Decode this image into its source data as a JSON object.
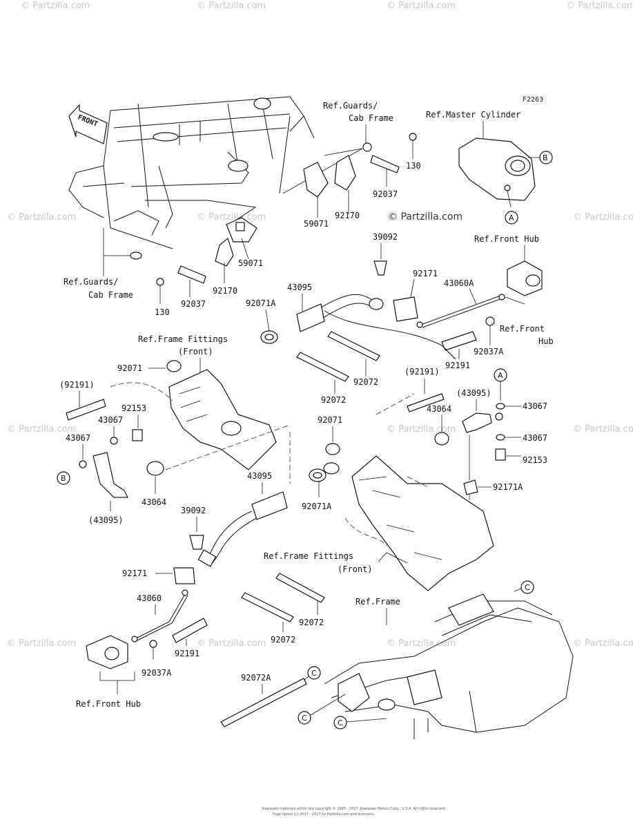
{
  "diagram_code": "F2263",
  "watermark": "© Partzilla.com",
  "center_watermark": "© Partzilla.com",
  "front_arrow": "FRONT",
  "footer_line1": "Kawasaki materials within are copyright © 1995 - 2017, Kawasaki Motors Corp., U.S.A. All rights reserved.",
  "footer_line2": "Page layout (c) 2017 - 2017 by Partzilla.com and licensors.",
  "refs": {
    "guards_cab_top_1": "Ref.Guards/",
    "guards_cab_top_2": "Cab Frame",
    "master_cylinder": "Ref.Master Cylinder",
    "front_hub_top": "Ref.Front Hub",
    "front_hub_right_1": "Ref.Front",
    "front_hub_right_2": "Hub",
    "guards_cab_left_1": "Ref.Guards/",
    "guards_cab_left_2": "Cab Frame",
    "frame_fittings_top_1": "Ref.Frame Fittings",
    "frame_fittings_top_2": "(Front)",
    "frame_fittings_mid_1": "Ref.Frame Fittings",
    "frame_fittings_mid_2": "(Front)",
    "frame": "Ref.Frame",
    "front_hub_bottom": "Ref.Front Hub"
  },
  "parts": {
    "p130_top": "130",
    "p92037_top": "92037",
    "p59071_top": "59071",
    "p92170_top": "92170",
    "p59071_mid": "59071",
    "p92170_mid": "92170",
    "p92037_mid": "92037",
    "p130_mid": "130",
    "p39092_top": "39092",
    "p92171_top": "92171",
    "p43060A": "43060A",
    "p43095_top": "43095",
    "p92071A_top": "92071A",
    "p92037A_right": "92037A",
    "p92191_right": "92191",
    "p92071_left": "92071",
    "p92072_a": "92072",
    "p92072_b": "92072",
    "p92191_paren_left": "(92191)",
    "p92153_left": "92153",
    "p43067_left_a": "43067",
    "p43067_left_b": "43067",
    "p43064_left": "43064",
    "p43095_paren_left": "(43095)",
    "p92191_paren_right": "(92191)",
    "p43095_paren_right": "(43095)",
    "p43064_right": "43064",
    "p43067_right_a": "43067",
    "p43067_right_b": "43067",
    "p92153_right": "92153",
    "p92171A": "92171A",
    "p92071_mid": "92071",
    "p43095_mid": "43095",
    "p92071A_mid": "92071A",
    "p39092_mid": "39092",
    "p92171_bottom": "92171",
    "p43060": "43060",
    "p92191_bottom": "92191",
    "p92037A_bottom": "92037A",
    "p92072_c": "92072",
    "p92072_d": "92072",
    "p92072A": "92072A"
  },
  "circles": {
    "A": "A",
    "B": "B",
    "C": "C"
  }
}
